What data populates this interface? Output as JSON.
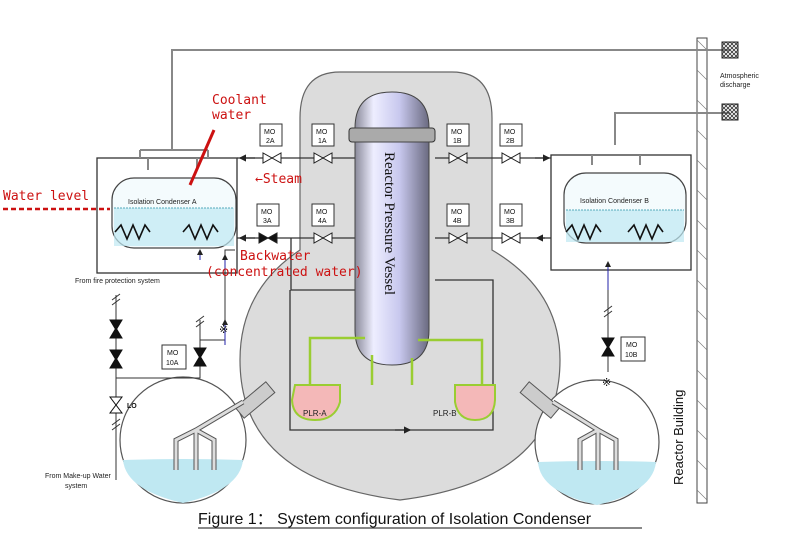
{
  "caption": "Figure 1： System configuration of Isolation Condenser",
  "building_label": "Reactor Building",
  "atmospheric": [
    "Atmospheric",
    "discharge"
  ],
  "rpv_label": "Reactor Pressure Vessel",
  "condenser_a": "Isolation Condenser A",
  "condenser_b": "Isolation Condenser B",
  "annotations": {
    "coolant": [
      "Coolant",
      "water"
    ],
    "water_level": "Water level",
    "steam": "←Steam",
    "backwater": [
      "Backwater",
      "(concentrated water)"
    ]
  },
  "valves": {
    "v2a": [
      "MO",
      "2A"
    ],
    "v1a": [
      "MO",
      "1A"
    ],
    "v1b": [
      "MO",
      "1B"
    ],
    "v2b": [
      "MO",
      "2B"
    ],
    "v3a": [
      "MO",
      "3A"
    ],
    "v4a": [
      "MO",
      "4A"
    ],
    "v4b": [
      "MO",
      "4B"
    ],
    "v3b": [
      "MO",
      "3B"
    ],
    "v10a": [
      "MO",
      "10A"
    ],
    "v10b": [
      "MO",
      "10B"
    ]
  },
  "pumps": {
    "a": "PLR-A",
    "b": "PLR-B"
  },
  "labels": {
    "fire": "From fire protection system",
    "makeup": [
      "From Make-up Water",
      "system"
    ],
    "lo": "LO",
    "asterisk": "※"
  },
  "colors": {
    "line": "#555555",
    "red": "#cc1111",
    "green": "#9acd32",
    "pump": "#f4b8b8",
    "rpv_fill": "#c8c8ee",
    "dome": "#dddddd",
    "water": "#bfe8f2"
  }
}
